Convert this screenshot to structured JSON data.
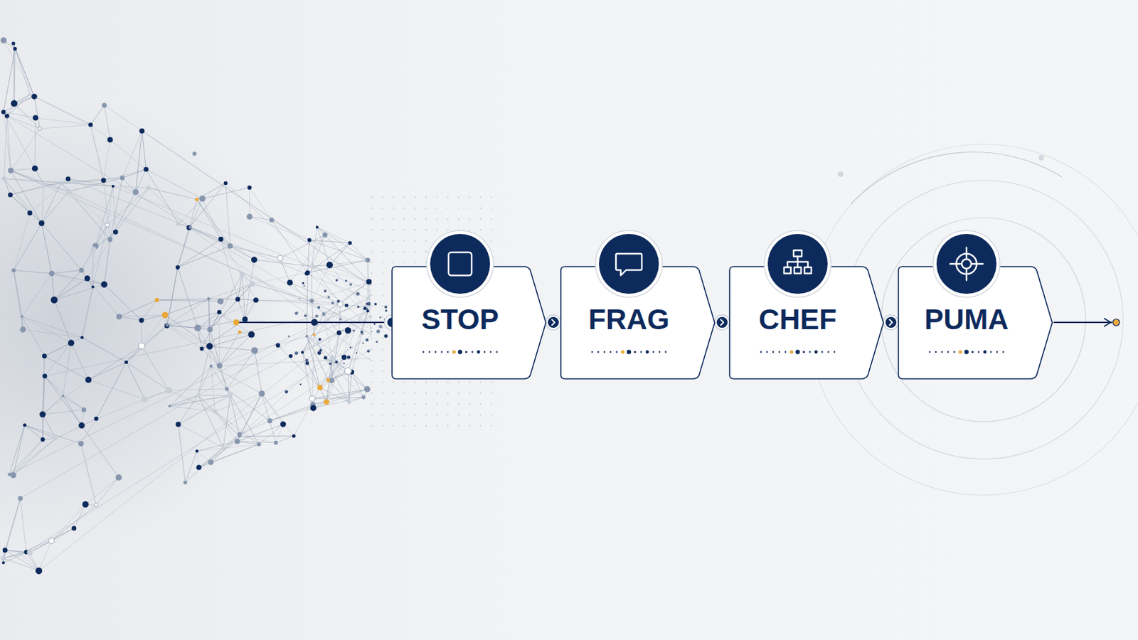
{
  "diagram": {
    "nodes": [
      {
        "text": [
          "STOP"
        ]
      },
      {
        "text": [
          "FRAG"
        ]
      },
      {
        "text": [
          "CHEF"
        ]
      },
      {
        "text": [
          "PUMA"
        ]
      }
    ],
    "edges": [
      {
        "from": 0,
        "to": 1,
        "arrow": "to"
      },
      {
        "from": 1,
        "to": 2,
        "arrow": "to"
      },
      {
        "from": 2,
        "to": 3,
        "arrow": "to"
      }
    ]
  }
}
